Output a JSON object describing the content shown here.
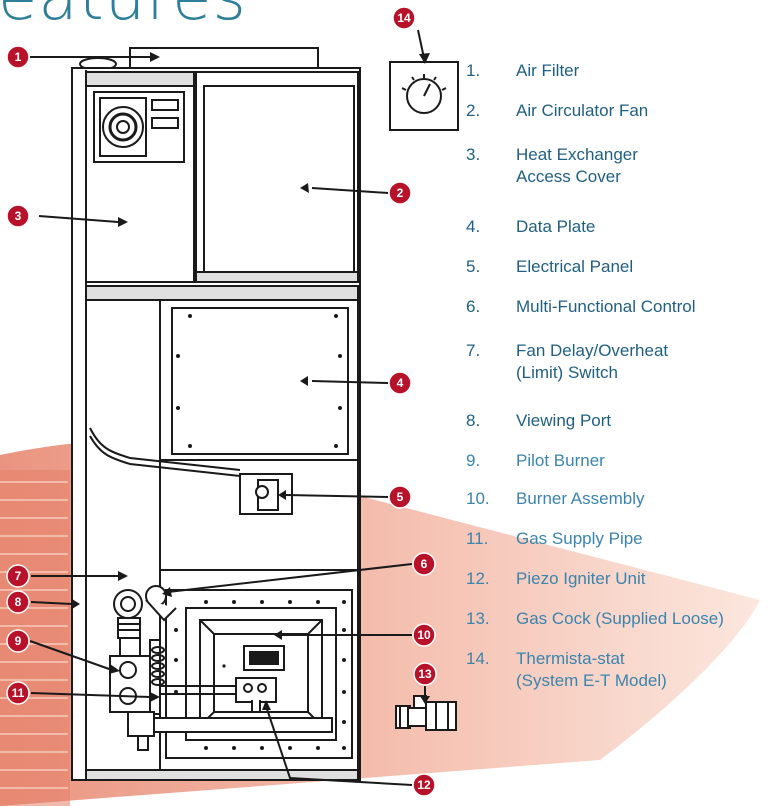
{
  "title": "eatures",
  "colors": {
    "title": "#2d7f9a",
    "legend_dark": "#1f5f82",
    "legend_light": "#3b84ad",
    "callout": "#b8112a",
    "line": "#1a1a1a",
    "swoosh": "#e9876f"
  },
  "legend": [
    {
      "num": "1.",
      "label": "Air Filter",
      "label2": "",
      "tone": "dark"
    },
    {
      "num": "2.",
      "label": "Air Circulator Fan",
      "label2": "",
      "tone": "dark"
    },
    {
      "num": "3.",
      "label": "Heat Exchanger",
      "label2": "Access Cover",
      "tone": "dark"
    },
    {
      "num": "4.",
      "label": "Data Plate",
      "label2": "",
      "tone": "dark"
    },
    {
      "num": "5.",
      "label": "Electrical Panel",
      "label2": "",
      "tone": "dark"
    },
    {
      "num": "6.",
      "label": "Multi-Functional Control",
      "label2": "",
      "tone": "dark"
    },
    {
      "num": "7.",
      "label": "Fan Delay/Overheat",
      "label2": "(Limit) Switch",
      "tone": "dark"
    },
    {
      "num": "8.",
      "label": "Viewing Port",
      "label2": "",
      "tone": "dark"
    },
    {
      "num": "9.",
      "label": "Pilot Burner",
      "label2": "",
      "tone": "light"
    },
    {
      "num": "10.",
      "label": "Burner Assembly",
      "label2": "",
      "tone": "light"
    },
    {
      "num": "11.",
      "label": "Gas Supply Pipe",
      "label2": "",
      "tone": "light"
    },
    {
      "num": "12.",
      "label": "Piezo Igniter Unit",
      "label2": "",
      "tone": "light"
    },
    {
      "num": "13.",
      "label": "Gas Cock (Supplied Loose)",
      "label2": "",
      "tone": "light"
    },
    {
      "num": "14.",
      "label": "Thermista-stat",
      "label2": "(System E-T Model)",
      "tone": "light"
    }
  ],
  "callouts": [
    "1",
    "2",
    "3",
    "4",
    "5",
    "6",
    "7",
    "8",
    "9",
    "10",
    "11",
    "12",
    "13",
    "14"
  ]
}
